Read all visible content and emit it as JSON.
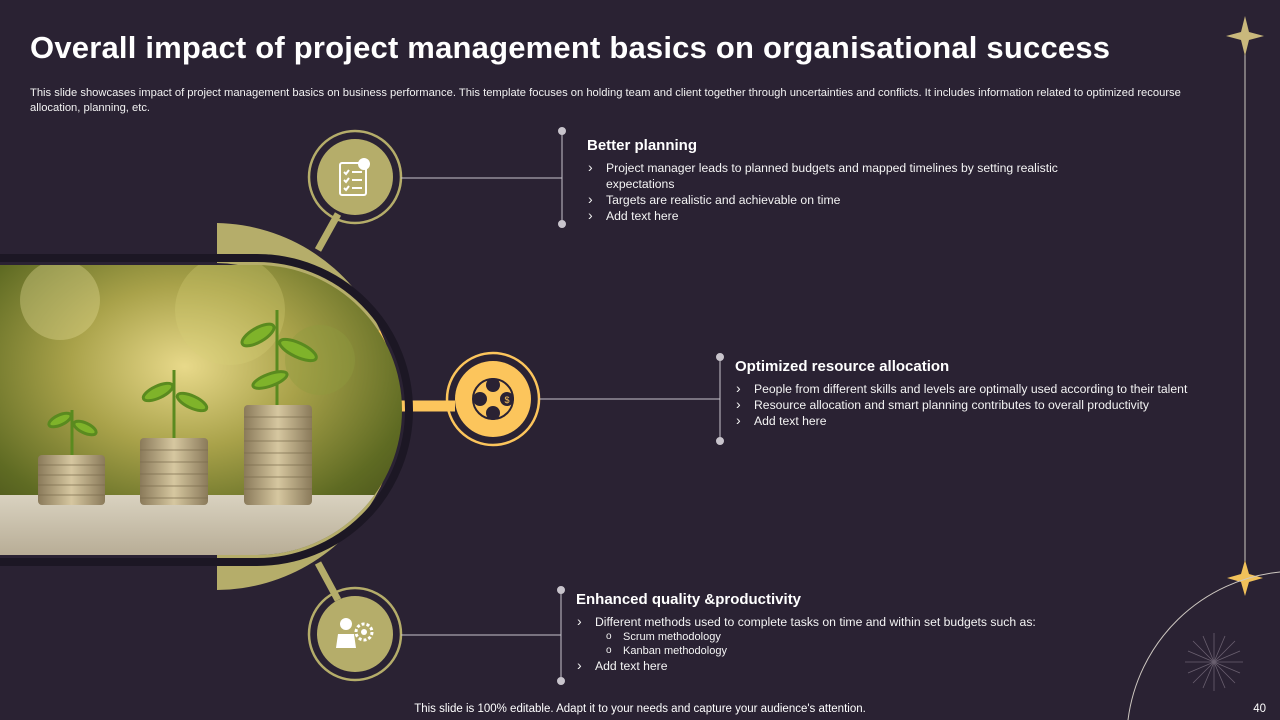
{
  "slide": {
    "title": "Overall impact of project management basics on organisational success",
    "subtitle": "This slide showcases impact of project management basics on business performance. This template focuses on holding team and client together through uncertainties and conflicts. It includes information related to optimized recourse allocation, planning, etc.",
    "footer": "This slide is 100% editable. Adapt it to your needs and capture your audience's attention.",
    "page_number": "40"
  },
  "colors": {
    "background": "#2a2233",
    "olive": "#b5ad6a",
    "gold": "#fcc55c",
    "line": "#c8c4cc"
  },
  "sections": [
    {
      "heading": "Better planning",
      "icon": "checklist-icon",
      "points": [
        "Project manager leads to planned budgets and mapped timelines by setting realistic expectations",
        "Targets are realistic and achievable on time",
        "Add text here"
      ]
    },
    {
      "heading": "Optimized resource allocation",
      "icon": "resource-network-icon",
      "points": [
        "People from different skills and levels are optimally used according to their talent",
        "Resource allocation and smart planning contributes to overall productivity",
        "Add text here"
      ]
    },
    {
      "heading": "Enhanced quality &productivity",
      "icon": "manager-gear-icon",
      "points": [
        "Different methods used to complete tasks on time and within set budgets such as:",
        "Add text here"
      ],
      "subpoints": [
        "Scrum methodology",
        "Kanban methodology"
      ]
    }
  ],
  "image": {
    "subject": "coin-stacks-with-seedlings-photo"
  }
}
